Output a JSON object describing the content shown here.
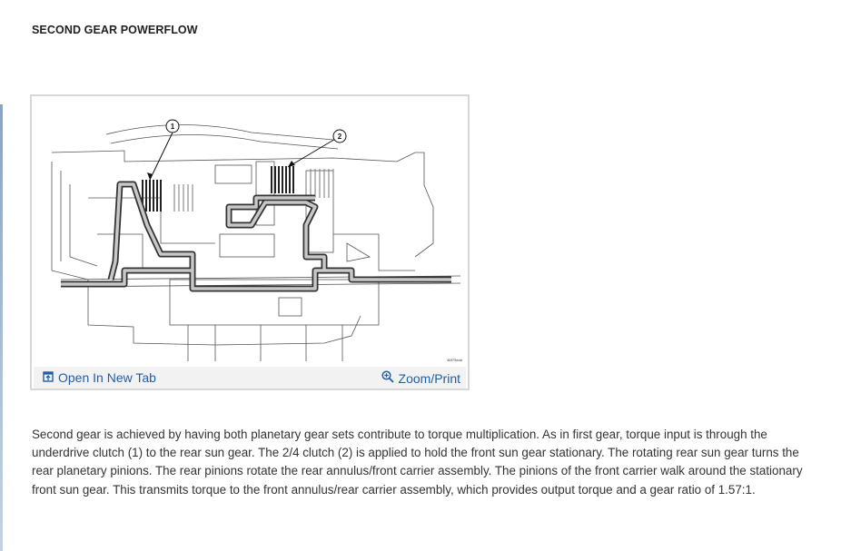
{
  "page": {
    "title": "SECOND GEAR POWERFLOW"
  },
  "figure": {
    "image_code": "80f79edd",
    "callouts": [
      "1",
      "2"
    ],
    "open_tab_label": "Open In New Tab",
    "zoom_print_label": "Zoom/Print",
    "open_tab_icon": "open-in-new-tab-icon",
    "zoom_icon": "zoom-in-icon",
    "link_color": "#1f5fa8"
  },
  "body": {
    "paragraph": "Second gear is achieved by having both planetary gear sets contribute to torque multiplication. As in first gear, torque input is through the underdrive clutch (1) to the rear sun gear. The 2/4 clutch (2) is applied to hold the front sun gear stationary. The rotating rear sun gear turns the rear planetary pinions. The rear pinions rotate the rear annulus/front carrier assembly. The pinions of the front carrier walk around the stationary front sun gear. This transmits torque to the front annulus/rear carrier assembly, which provides output torque and a gear ratio of 1.57:1."
  }
}
